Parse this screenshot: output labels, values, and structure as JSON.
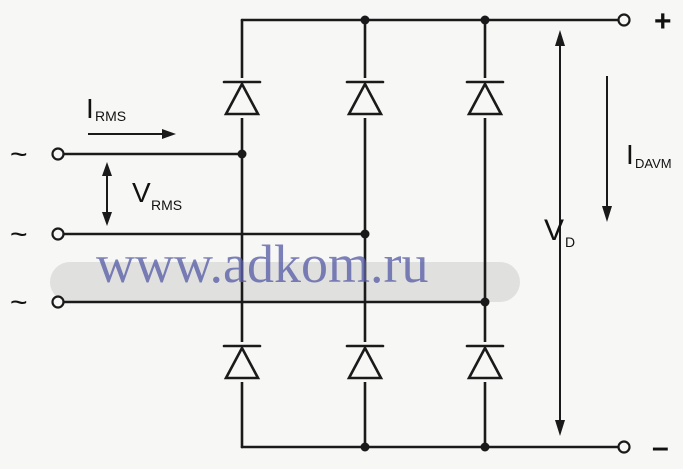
{
  "terminals": {
    "plus": "+",
    "minus": "–",
    "ac_symbol": "~"
  },
  "labels": {
    "i_rms_main": "I",
    "i_rms_sub": "RMS",
    "v_rms_main": "V",
    "v_rms_sub": "RMS",
    "i_davm_main": "I",
    "i_davm_sub": "DAVM",
    "v_d_main": "V",
    "v_d_sub": "D"
  },
  "watermark": "www.adkom.ru",
  "colors": {
    "ink": "#1a1a1a",
    "paper": "#f7f7f5",
    "watermark": "#5a5fa8"
  }
}
